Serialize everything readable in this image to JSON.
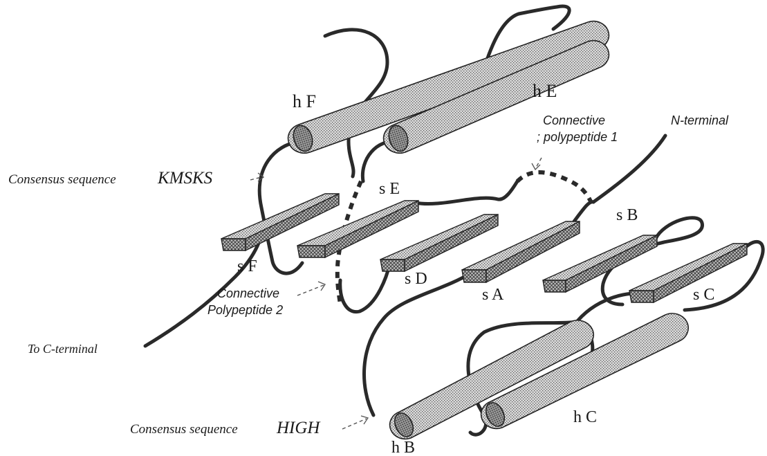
{
  "helices": {
    "hF": "h F",
    "hE": "h E",
    "hB": "h B",
    "hC": "h C"
  },
  "strands": {
    "sE": "s E",
    "sF": "s F",
    "sD": "s D",
    "sA": "s A",
    "sB": "s B",
    "sC": "s C"
  },
  "annotations": {
    "kmsks_prefix": "Consensus sequence",
    "kmsks_motif": "KMSKS",
    "high_prefix": "Consensus sequence",
    "high_motif": "HIGH",
    "cp1_line1": "Connective",
    "cp1_line2": "; polypeptide 1",
    "cp2_line1": "Connective",
    "cp2_line2": "Polypeptide 2",
    "n_terminal": "N-terminal",
    "c_terminal": "To C-terminal"
  }
}
